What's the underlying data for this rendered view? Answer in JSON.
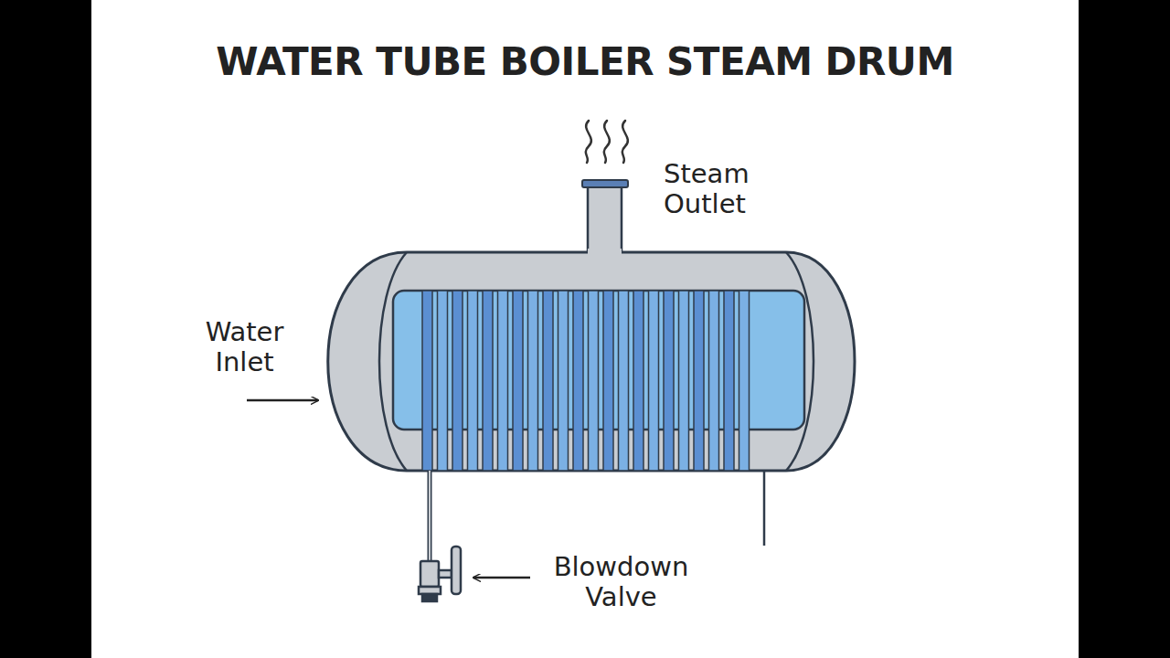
{
  "diagram": {
    "title": "WATER TUBE BOILER STEAM DRUM",
    "labels": [
      "Steam Outlet",
      "Water Inlet",
      "Blowdown Valve"
    ]
  }
}
